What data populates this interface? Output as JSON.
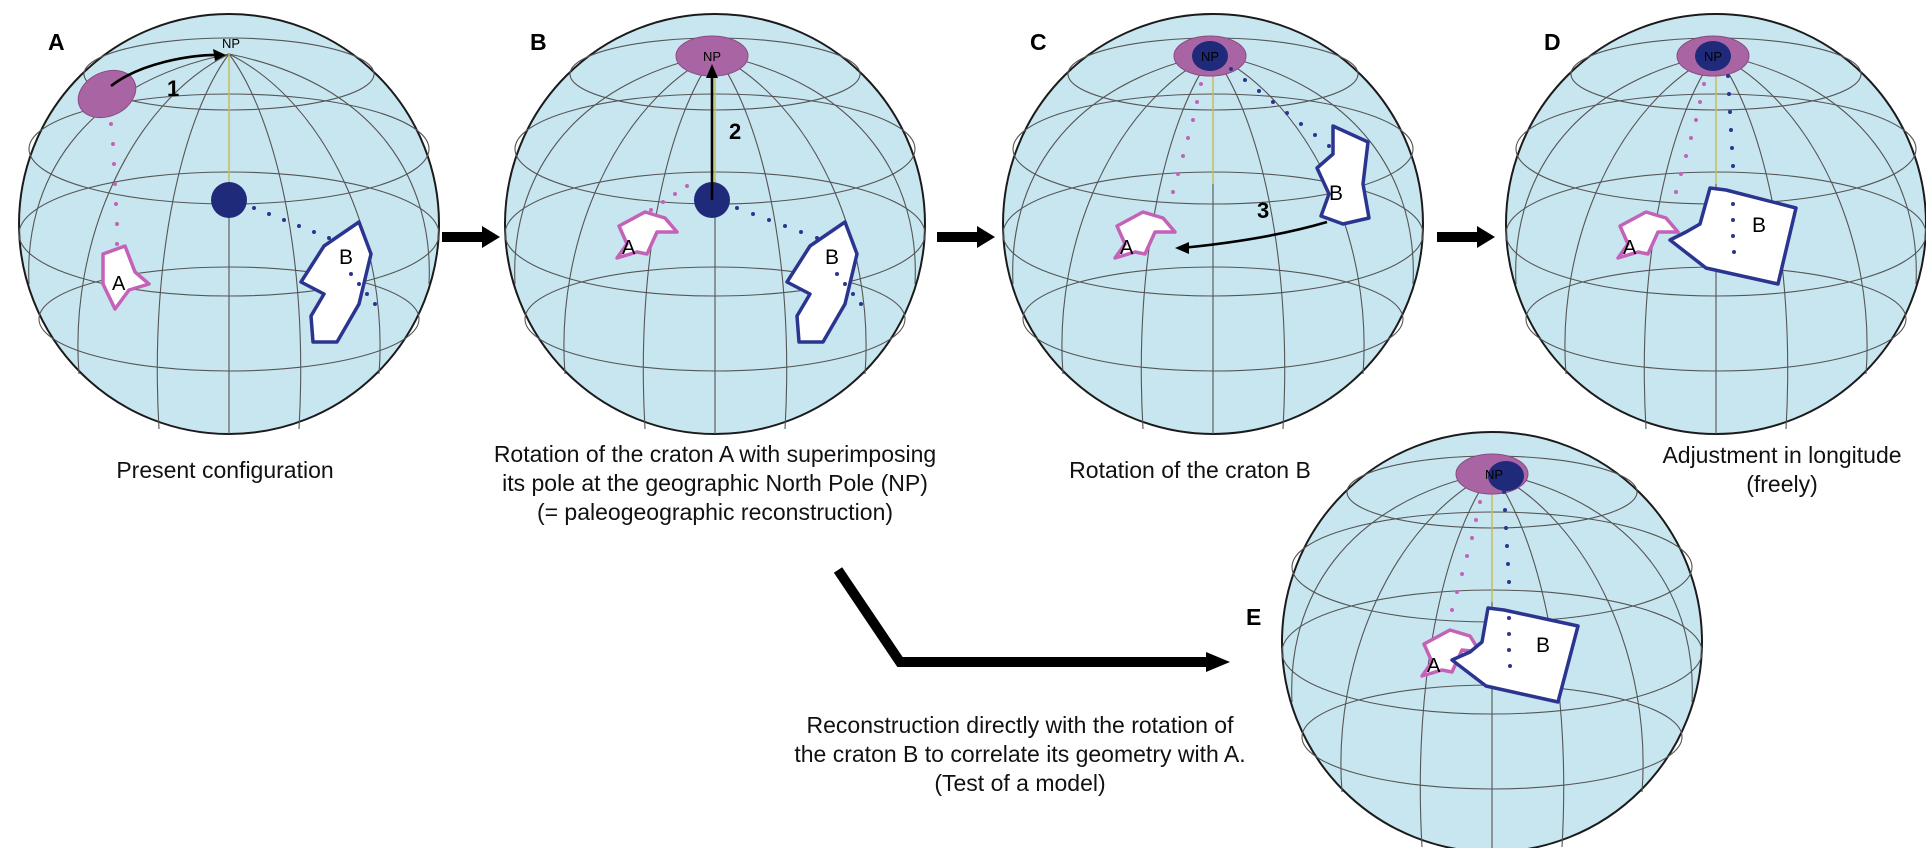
{
  "panels": {
    "A": {
      "letter": "A",
      "np": "NP",
      "step": "1",
      "craton_a": "A",
      "craton_b": "B",
      "caption": "Present configuration"
    },
    "B": {
      "letter": "B",
      "np": "NP",
      "step": "2",
      "craton_a": "A",
      "craton_b": "B",
      "caption": "Rotation of the craton A with superimposing\nits pole at the geographic North Pole (NP)\n(= paleogeographic reconstruction)"
    },
    "C": {
      "letter": "C",
      "np": "NP",
      "step": "3",
      "craton_a": "A",
      "craton_b": "B",
      "caption": "Rotation of the craton B"
    },
    "D": {
      "letter": "D",
      "np": "NP",
      "craton_a": "A",
      "craton_b": "B",
      "caption": "Adjustment in longitude\n(freely)"
    },
    "E": {
      "letter": "E",
      "np": "NP",
      "craton_a": "A",
      "craton_b": "B",
      "caption": "Reconstruction directly with the rotation of\nthe craton B  to correlate its geometry with A.\n(Test of a model)"
    }
  },
  "colors": {
    "globe_fill": "#c8e6f0",
    "pole_magenta": "#a964a4",
    "pole_navy": "#1f2a7a",
    "craton_a_outline": "#c462b8",
    "craton_b_outline": "#2b3590",
    "arrow": "#000000"
  }
}
